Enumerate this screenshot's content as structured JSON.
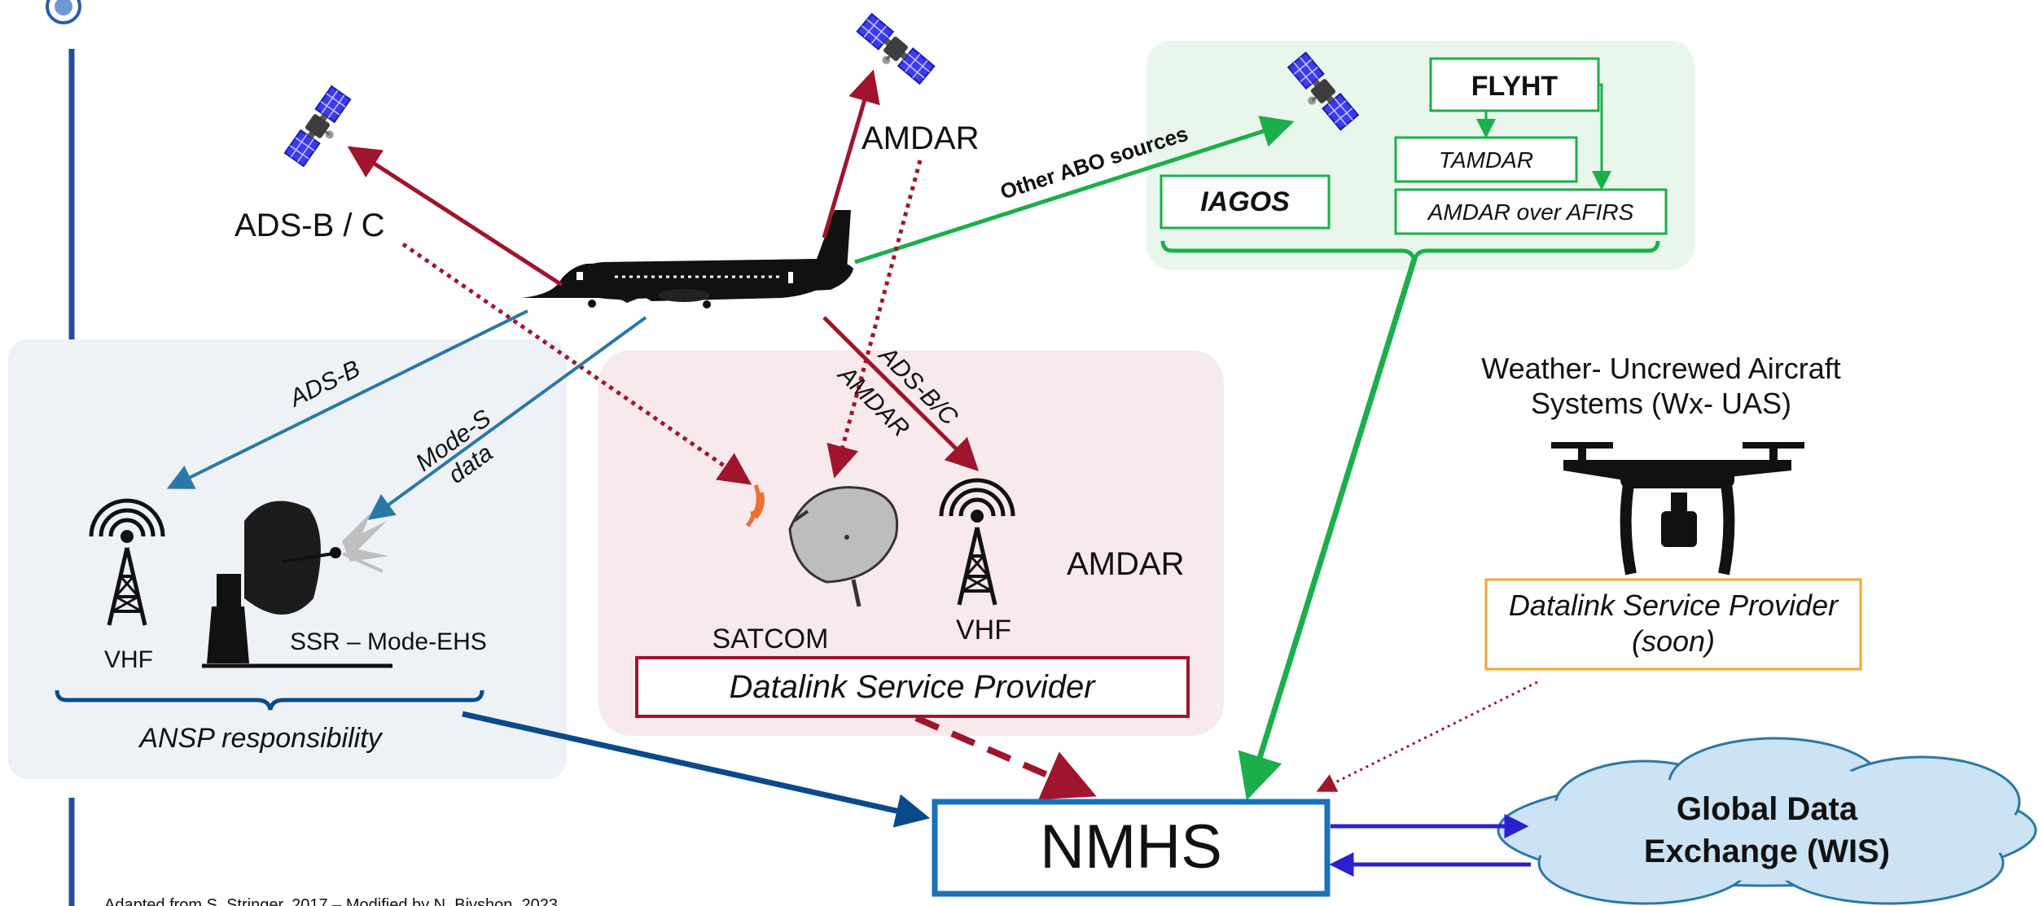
{
  "diagram": {
    "aircraft_labels": {
      "adsbc": "ADS-B / C",
      "amdar_top": "AMDAR",
      "other_abo": "Other ABO sources"
    },
    "abo_box": {
      "flyht": "FLYHT",
      "tamdar": "TAMDAR",
      "iagos": "IAGOS",
      "amdar_afirs": "AMDAR over AFIRS"
    },
    "ansp_box": {
      "adsb_link": "ADS-B",
      "modes_line1": "Mode-S",
      "modes_line2": "data",
      "vhf": "VHF",
      "ssr": "SSR – Mode-EHS",
      "responsibility": "ANSP responsibility"
    },
    "dsp_box": {
      "adsbc_link": "ADS-B/C",
      "amdar_link": "AMDAR",
      "satcom": "SATCOM",
      "vhf": "VHF",
      "amdar": "AMDAR",
      "provider": "Datalink Service Provider"
    },
    "uas": {
      "title_line1": "Weather- Uncrewed Aircraft",
      "title_line2": "Systems (Wx- UAS)",
      "provider_line1": "Datalink Service Provider",
      "provider_line2": "(soon)"
    },
    "nmhs": "NMHS",
    "wis_line1": "Global Data",
    "wis_line2": "Exchange (WIS)",
    "credit": "Adapted from S. Stringer, 2017 – Modified by N. Bivshon, 2023"
  },
  "colors": {
    "crimson": "#a0142c",
    "green": "#1aaf4b",
    "teal_blue": "#2a78a6",
    "navy": "#0b4a8a",
    "nmhs_border": "#1a73b8",
    "wis_arrow": "#2b1fd0",
    "orange": "#f2a531",
    "ansp_bg": "#eef2f7",
    "dsp_bg": "#f8e9ec",
    "abo_bg": "#e9f6ec",
    "cloud": "#cce3f5"
  }
}
